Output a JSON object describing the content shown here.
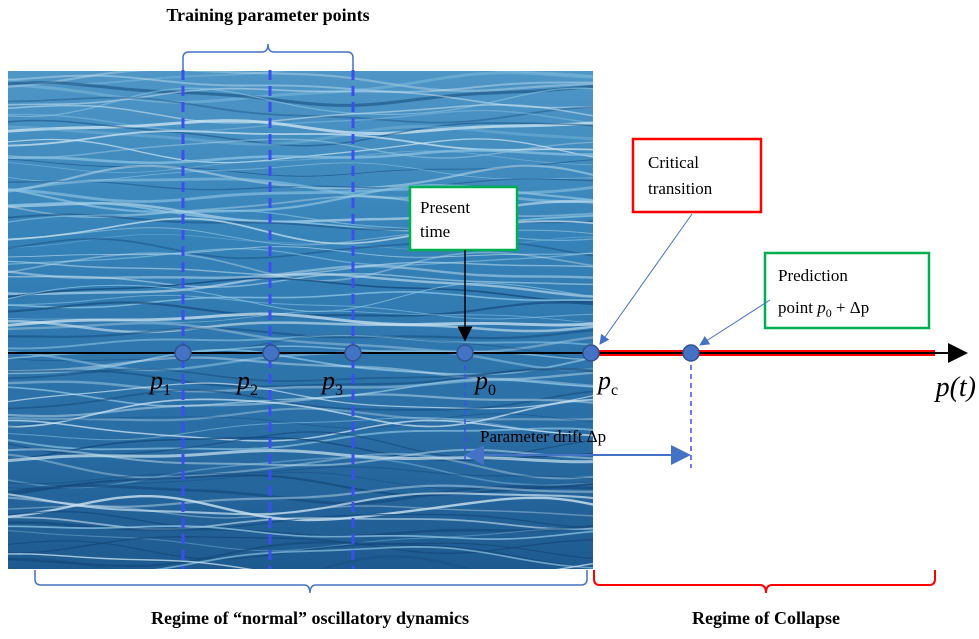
{
  "title": "Training parameter points",
  "points": [
    {
      "main": "p",
      "sub": "1"
    },
    {
      "main": "p",
      "sub": "2"
    },
    {
      "main": "p",
      "sub": "3"
    },
    {
      "main": "p",
      "sub": "0"
    },
    {
      "main": "p",
      "sub": "c"
    }
  ],
  "axis_label": "p(t)",
  "boxes": {
    "present_time": [
      "Present",
      "time"
    ],
    "critical_transition": [
      "Critical",
      "transition"
    ],
    "prediction_point": {
      "line1": "Prediction",
      "line2_prefix": "point ",
      "line2_math": "p",
      "line2_sub": "0",
      "line2_suffix": " + Δp"
    }
  },
  "drift_label": "Parameter drift Δp",
  "regimes": {
    "normal": "Regime of “normal” oscillatory dynamics",
    "collapse": "Regime of Collapse"
  },
  "colors": {
    "training_lines": "#3b4ff0",
    "point_fill": "#4472c4",
    "collapse": "#ff0000",
    "box_green": "#00b050",
    "box_red": "#ff0000",
    "brace_blue": "#4472c4",
    "water_dark": "#1f5f95",
    "water_light": "#6fb3d8"
  }
}
